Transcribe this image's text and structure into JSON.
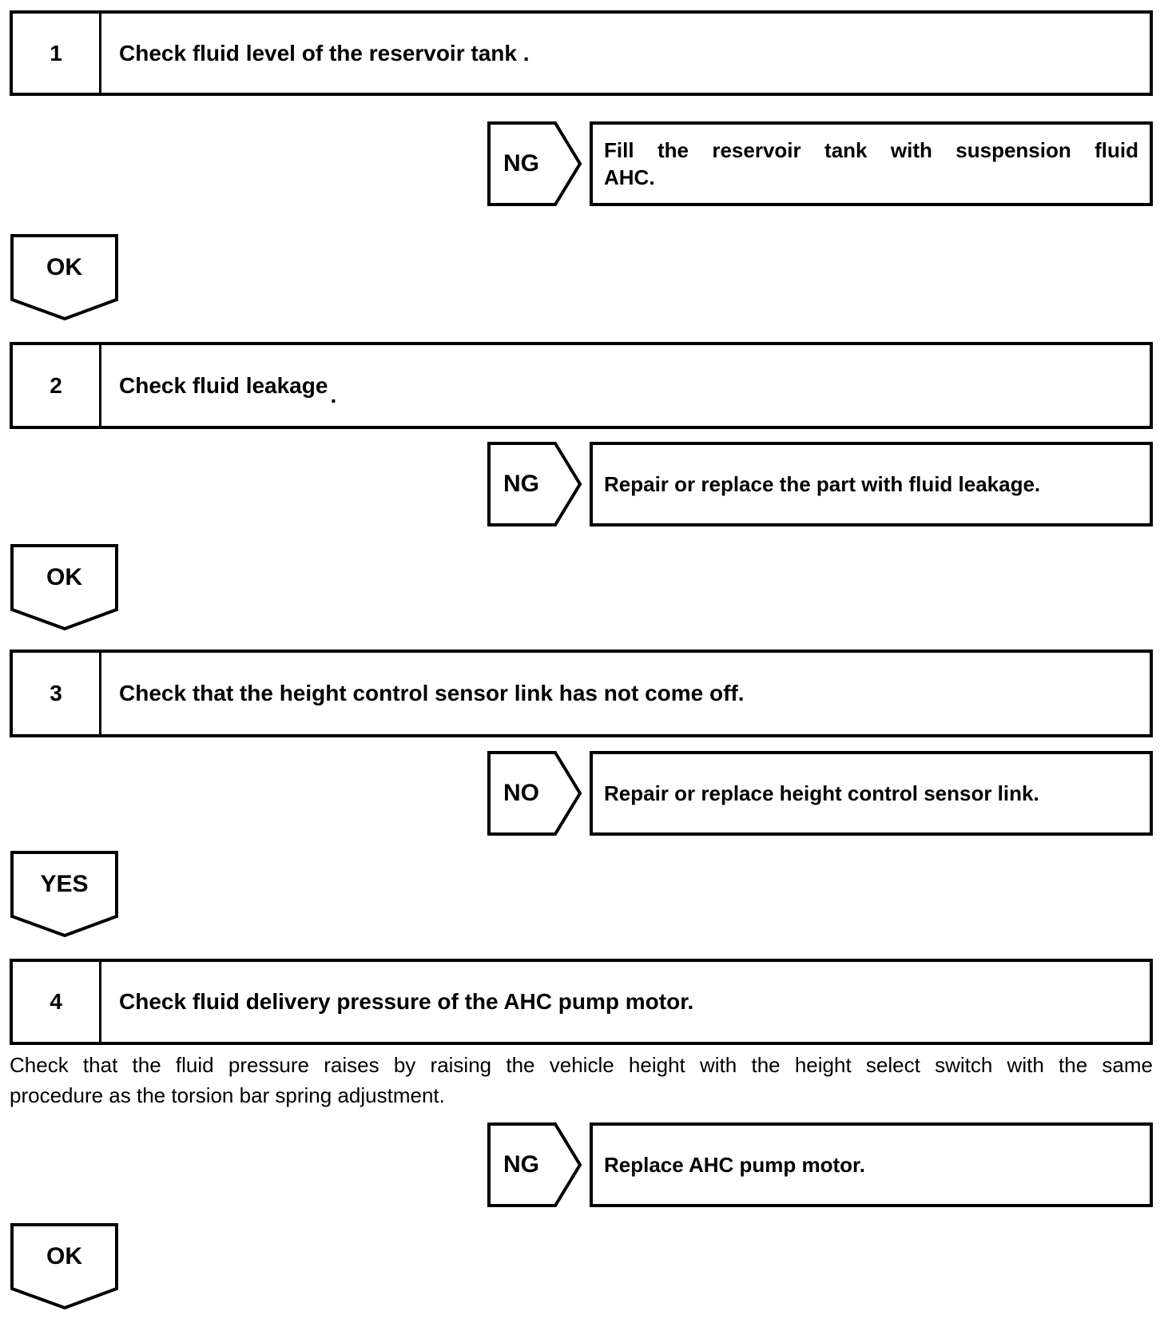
{
  "page": {
    "background": "#ffffff",
    "ink": "#000000"
  },
  "flowchart": {
    "steps": [
      {
        "num": "1",
        "title": "Check fluid level of the reservoir tank .",
        "title_suffix": "",
        "branch": {
          "label": "NG",
          "result_lines": [
            "Fill the reservoir tank with suspension fluid",
            "AHC."
          ]
        },
        "connector": "OK"
      },
      {
        "num": "2",
        "title": "Check fluid leakage",
        "title_suffix": ".",
        "branch": {
          "label": "NG",
          "result_lines": [
            "Repair or replace the part with fluid leakage."
          ]
        },
        "connector": "OK"
      },
      {
        "num": "3",
        "title": "Check that the height control sensor link has not come off.",
        "title_suffix": "",
        "branch": {
          "label": "NO",
          "result_lines": [
            "Repair or replace height control sensor link."
          ]
        },
        "connector": "YES"
      },
      {
        "num": "4",
        "title": "Check fluid delivery pressure of the AHC pump motor.",
        "title_suffix": "",
        "note_lines": [
          "Check that the fluid pressure raises by raising the vehicle height with the height select switch with the same",
          "procedure as the torsion bar spring adjustment."
        ],
        "branch": {
          "label": "NG",
          "result_lines": [
            "Replace AHC pump motor."
          ]
        },
        "connector": "OK"
      }
    ]
  }
}
